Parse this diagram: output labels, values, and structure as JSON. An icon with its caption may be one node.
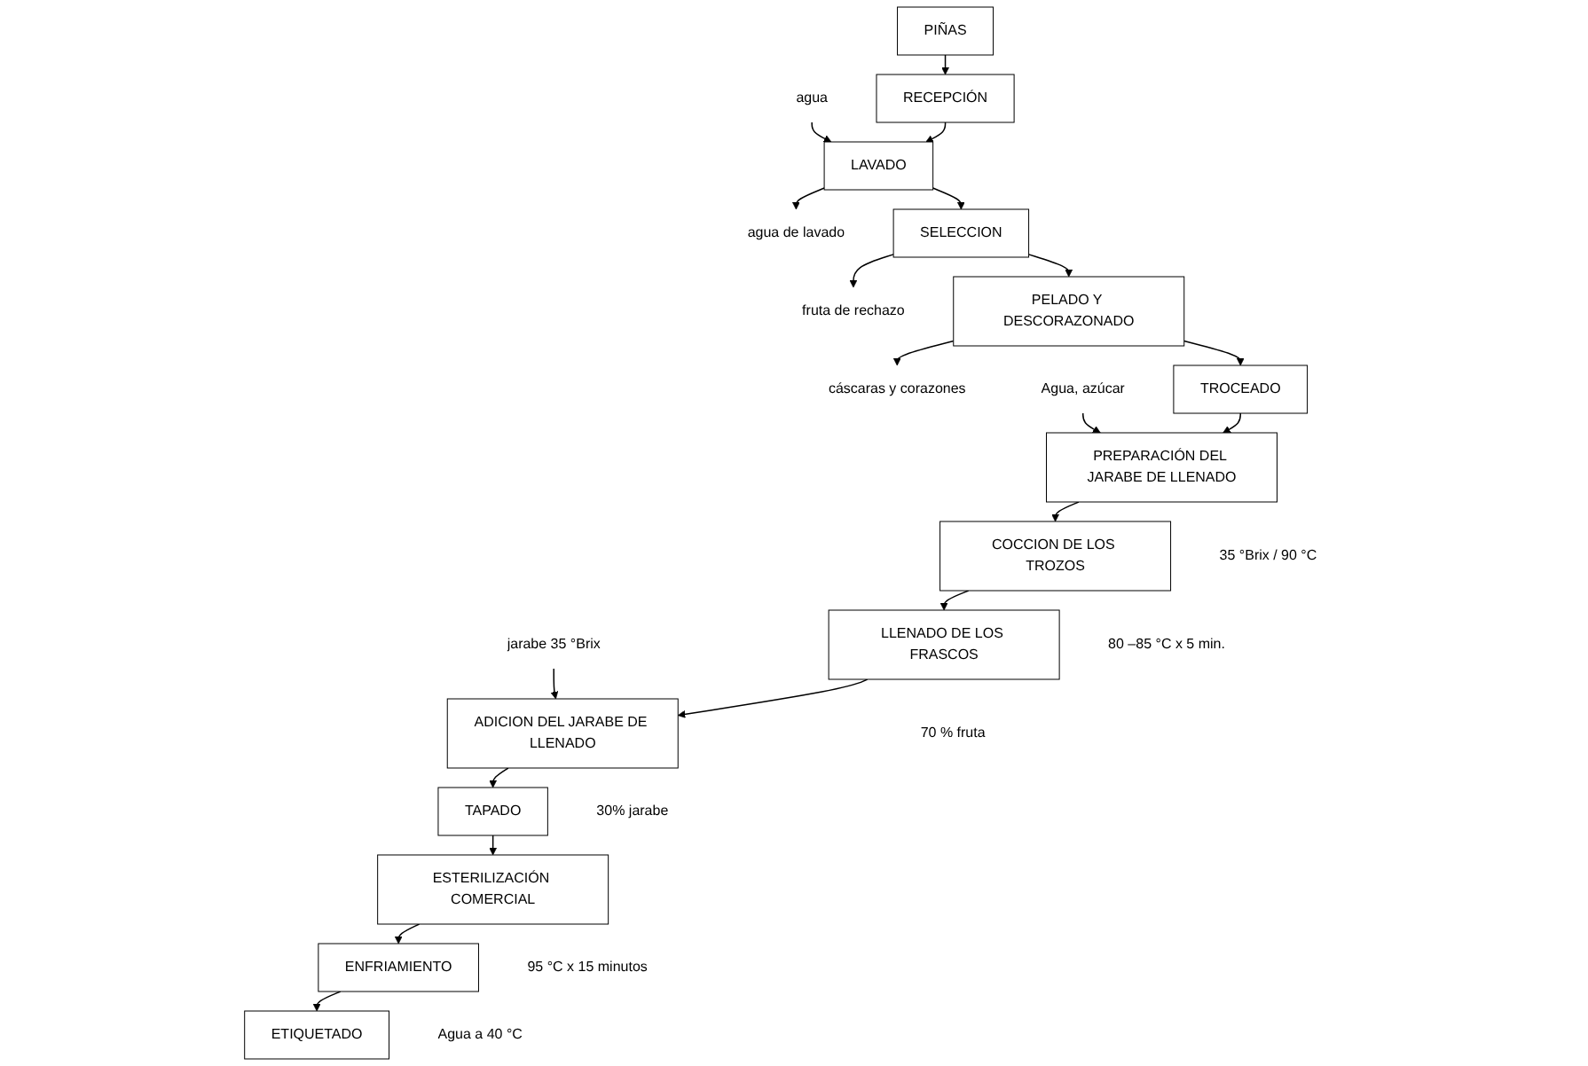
{
  "diagram": {
    "nodes": [
      {
        "text": [
          "PIÑAS"
        ]
      },
      {
        "text": [
          "RECEPCIÓN"
        ]
      },
      {
        "text": [
          "agua"
        ]
      },
      {
        "text": [
          "LAVADO"
        ]
      },
      {
        "text": [
          "agua de lavado"
        ]
      },
      {
        "text": [
          "SELECCION"
        ]
      },
      {
        "text": [
          "fruta de rechazo"
        ]
      },
      {
        "text": [
          "PELADO Y DESCORAZONADO"
        ]
      },
      {
        "text": [
          "cáscaras y corazones"
        ]
      },
      {
        "text": [
          "TROCEADO"
        ]
      },
      {
        "text": [
          "Agua, azúcar"
        ]
      },
      {
        "text": [
          "PREPARACIÓN DEL JARABE DE LLENADO"
        ],
        "beside": [
          "35 °Brix / 90 °C"
        ]
      },
      {
        "text": [
          "COCCION DE LOS TROZOS"
        ],
        "beside": [
          "80 –85 °C x 5 min."
        ]
      },
      {
        "text": [
          "LLENADO DE LOS FRASCOS"
        ],
        "beside": [
          "70 % fruta"
        ]
      },
      {
        "text": [
          "jarabe 35 °Brix"
        ]
      },
      {
        "text": [
          "ADICION DEL JARABE DE LLENADO"
        ],
        "beside": [
          "30% jarabe"
        ]
      },
      {
        "text": [
          "TAPADO"
        ]
      },
      {
        "text": [
          "ESTERILIZACIÓN COMERCIAL"
        ],
        "beside": [
          "95 °C x 15 minutos"
        ]
      },
      {
        "text": [
          "ENFRIAMIENTO"
        ],
        "beside": [
          "Agua a 40 °C"
        ]
      },
      {
        "text": [
          "ETIQUETADO"
        ]
      }
    ],
    "edges": [
      {
        "from": 0,
        "to": 1,
        "arrow": "to"
      },
      {
        "from": 1,
        "to": 3,
        "arrow": "to"
      },
      {
        "from": 2,
        "to": 3,
        "arrow": "to"
      },
      {
        "from": 3,
        "to": 4,
        "arrow": "to"
      },
      {
        "from": 3,
        "to": 5,
        "arrow": "to"
      },
      {
        "from": 5,
        "to": 6,
        "arrow": "to"
      },
      {
        "from": 5,
        "to": 7,
        "arrow": "to"
      },
      {
        "from": 7,
        "to": 8,
        "arrow": "to"
      },
      {
        "from": 7,
        "to": 9,
        "arrow": "to"
      },
      {
        "from": 9,
        "to": 11,
        "arrow": "to"
      },
      {
        "from": 10,
        "to": 11,
        "arrow": "to"
      },
      {
        "from": 11,
        "to": 12,
        "arrow": "to"
      },
      {
        "from": 12,
        "to": 13,
        "arrow": "to"
      },
      {
        "from": 13,
        "to": 15,
        "arrow": "to"
      },
      {
        "from": 14,
        "to": 15,
        "arrow": "to"
      },
      {
        "from": 15,
        "to": 16,
        "arrow": "to"
      },
      {
        "from": 16,
        "to": 17,
        "arrow": "to"
      },
      {
        "from": 17,
        "to": 18,
        "arrow": "to"
      },
      {
        "from": 18,
        "to": 19,
        "arrow": "to"
      }
    ]
  }
}
